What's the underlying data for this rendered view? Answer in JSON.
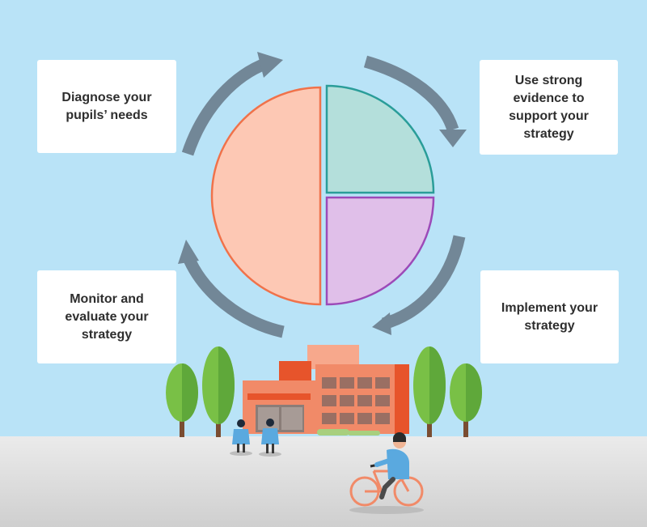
{
  "steps": {
    "diagnose": "Diagnose your pupils’ needs",
    "evidence": "Use strong evidence to support your strategy",
    "implement": "Implement your strategy",
    "monitor": "Monitor and evaluate your strategy"
  },
  "colors": {
    "sky": "#b9e3f7",
    "arrow": "#728797",
    "half_fill": "#fdc8b4",
    "half_stroke": "#f0724a",
    "quarter_top_fill": "#b4dfdb",
    "quarter_top_stroke": "#2a9d99",
    "quarter_bottom_fill": "#e0bfe9",
    "quarter_bottom_stroke": "#9c4ab8",
    "tree": "#79c046",
    "building": "#f18a68",
    "ground": "#e7e7e7"
  },
  "icons": [
    "cycle-arrow-icon",
    "pie-icon",
    "tree-icon",
    "school-building-icon",
    "student-icon",
    "cyclist-icon"
  ]
}
